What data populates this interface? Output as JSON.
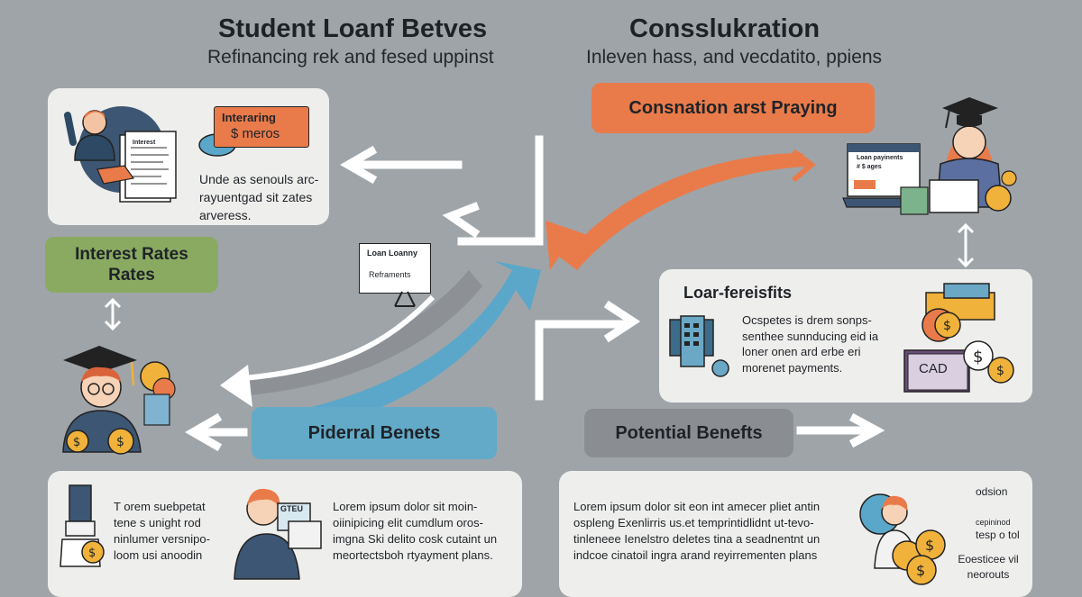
{
  "header_left": {
    "title": "Student Loanf Betves",
    "subtitle": "Refinancing rek and fesed uppinst"
  },
  "header_right": {
    "title": "Consslukration",
    "subtitle": "Inleven hass, and vecdatito, ppiens"
  },
  "card_top_left": {
    "badge_lines": [
      "Interaring",
      "$ meros"
    ],
    "doc_label": "Interest",
    "lines": [
      "Unde as senouls arc-",
      "rayuentgad sit zates",
      "arveress."
    ]
  },
  "pill_interest": {
    "lines": [
      "Interest Rates",
      "Rates"
    ]
  },
  "pill_consnation": {
    "label": "Consnation arst Praying"
  },
  "board_label": {
    "lines": [
      "Loan Loanny",
      "Reframents"
    ]
  },
  "card_benefits": {
    "title": "Loar-fereisfits",
    "lines": [
      "Ocspetes is drem sonps-",
      "senthee sunnducing eid ia",
      "loner onen ard erbe eri",
      "morenet payments."
    ],
    "cad_label": "CAD"
  },
  "pill_piderral": {
    "label": "Piderral Benets"
  },
  "pill_potential": {
    "label": "Potential Benefts"
  },
  "laptop": {
    "lines": [
      "Loan payinents",
      "# $ ages"
    ]
  },
  "card_bottom_left": {
    "col1": [
      "T orem suebpetat",
      "tene s unight rod",
      "ninlumer versnipo-",
      "loom usi anoodin"
    ],
    "col2": [
      "Lorem ipsum dolor sit moin-",
      "oiinipicing elit cumdlum oros-",
      "imgna Ski delito cosk cutaint un",
      "meortectsboh rtyayment plans."
    ],
    "sign": "GTEU"
  },
  "card_bottom_right": {
    "lines": [
      "Lorem ipsum dolor sit eon int amecer pliet antin",
      "ospleng Exenlirris us.et temprintidlidnt ut-tevo-",
      "tinleneee Ienelstro deletes tina a seadnentnt un",
      "indcoe cinatoil ingra arand reyirrementen plans"
    ],
    "side_top": "odsion",
    "side_mid": [
      "cepininod",
      "tesp o tol"
    ],
    "side_bottom": [
      "Eoesticee vil",
      "neorouts"
    ]
  },
  "colors": {
    "orange": "#e97b4a",
    "green": "#8aaa62",
    "blue": "#63aac8",
    "gray": "#8a8e92",
    "gold": "#f0b23a",
    "navy": "#2f4359"
  }
}
